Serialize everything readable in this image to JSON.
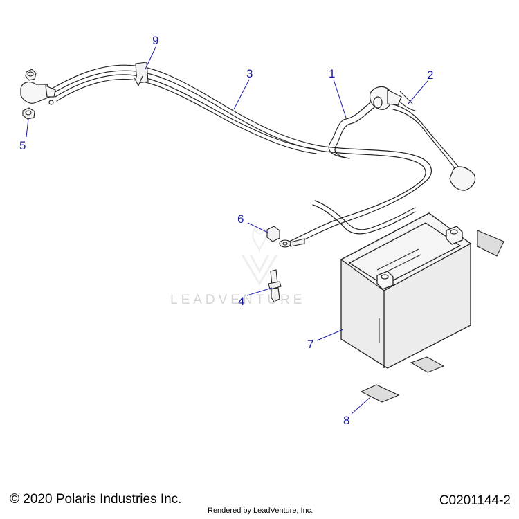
{
  "callouts": {
    "c1": "1",
    "c2": "2",
    "c3": "3",
    "c4": "4",
    "c5": "5",
    "c6": "6",
    "c7": "7",
    "c8": "8",
    "c9": "9"
  },
  "watermark": {
    "text": "LEADVENTURE"
  },
  "footer": {
    "copyright": "© 2020 Polaris Industries Inc.",
    "rendered_by": "Rendered by LeadVenture, Inc.",
    "diagram_code": "C0201144-2"
  },
  "colors": {
    "callout": "#1a1aa6",
    "line": "#222222",
    "battery_fill": "#ececec",
    "pad_fill": "#dddddd"
  },
  "icons": {
    "watermark_logo": "leadventure-v-logo"
  }
}
